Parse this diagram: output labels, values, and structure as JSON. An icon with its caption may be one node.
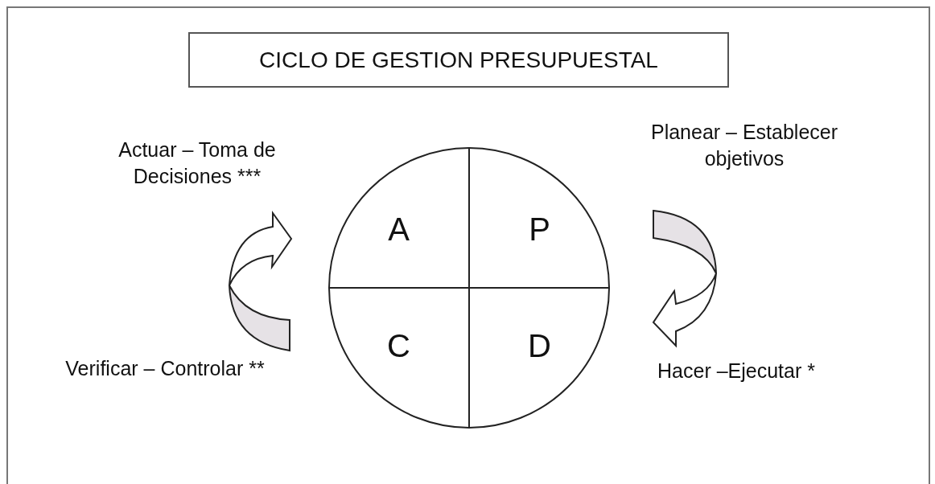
{
  "diagram": {
    "nodes": [
      {
        "text": [
          "CICLO DE GESTION PRESUPUESTAL"
        ]
      },
      {
        "text": [],
        "shape": "circle"
      },
      {
        "text": [
          "A"
        ],
        "in": 1
      },
      {
        "text": [
          "P"
        ],
        "in": 1
      },
      {
        "text": [
          "C"
        ],
        "in": 1
      },
      {
        "text": [
          "D"
        ],
        "in": 1
      }
    ],
    "edges": [],
    "labels": [
      "Actuar – Toma de Decisiones ***",
      "Planear – Establecer objetivos",
      "Verificar – Controlar **",
      "Hacer –Ejecutar *"
    ]
  }
}
